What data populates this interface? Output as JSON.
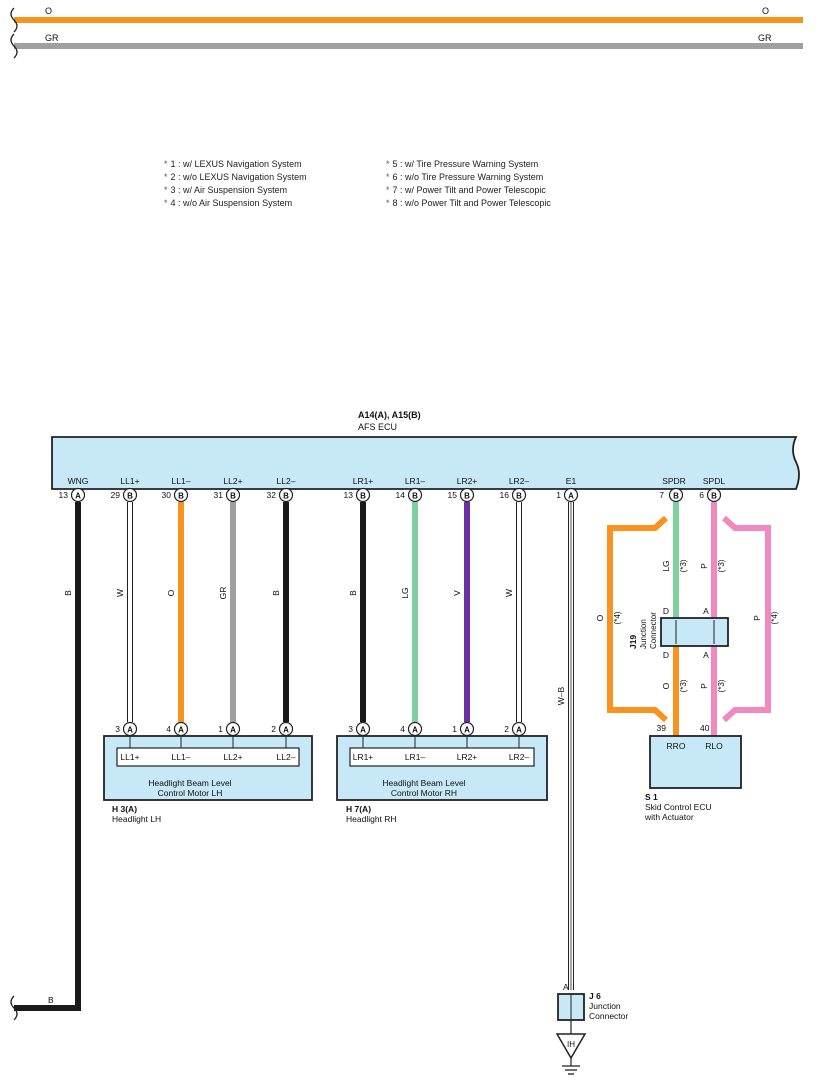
{
  "top_wires": [
    {
      "color_code": "O",
      "color": "#f7931e"
    },
    {
      "color_code": "GR",
      "color": "#a0a0a0"
    }
  ],
  "notes": [
    {
      "mark": "*",
      "text": "1 : w/ LEXUS Navigation System"
    },
    {
      "mark": "*",
      "text": "2 : w/o LEXUS Navigation System"
    },
    {
      "mark": "*",
      "text": "3 : w/ Air Suspension System"
    },
    {
      "mark": "*",
      "text": "4 : w/o Air Suspension System"
    },
    {
      "mark": "*",
      "text": "5 : w/ Tire Pressure Warning System"
    },
    {
      "mark": "*",
      "text": "6 : w/o Tire Pressure Warning System"
    },
    {
      "mark": "*",
      "text": "7 : w/ Power Tilt and Power Telescopic"
    },
    {
      "mark": "*",
      "text": "8 : w/o Power Tilt and Power Telescopic"
    }
  ],
  "ecu": {
    "code": "A14(A), A15(B)",
    "name": "AFS ECU"
  },
  "ecu_pins": [
    {
      "name": "WNG",
      "num": "13",
      "conn": "A",
      "wire": "B",
      "color": "#1a1a1a"
    },
    {
      "name": "LL1+",
      "num": "29",
      "conn": "B",
      "wire": "W",
      "color": "#ffffff"
    },
    {
      "name": "LL1–",
      "num": "30",
      "conn": "B",
      "wire": "O",
      "color": "#f7931e"
    },
    {
      "name": "LL2+",
      "num": "31",
      "conn": "B",
      "wire": "GR",
      "color": "#a0a0a0"
    },
    {
      "name": "LL2–",
      "num": "32",
      "conn": "B",
      "wire": "B",
      "color": "#1a1a1a"
    },
    {
      "name": "LR1+",
      "num": "13",
      "conn": "B",
      "wire": "B",
      "color": "#1a1a1a"
    },
    {
      "name": "LR1–",
      "num": "14",
      "conn": "B",
      "wire": "LG",
      "color": "#7fcf9f"
    },
    {
      "name": "LR2+",
      "num": "15",
      "conn": "B",
      "wire": "V",
      "color": "#6b2fa0"
    },
    {
      "name": "LR2–",
      "num": "16",
      "conn": "B",
      "wire": "W",
      "color": "#ffffff"
    },
    {
      "name": "E1",
      "num": "1",
      "conn": "A",
      "wire": "W–B",
      "color": "#ffffff"
    },
    {
      "name": "SPDR",
      "num": "7",
      "conn": "B",
      "wire": "LG",
      "color": "#7fcf9f"
    },
    {
      "name": "SPDL",
      "num": "6",
      "conn": "B",
      "wire": "P",
      "color": "#f089c0"
    }
  ],
  "headlight_lh": {
    "inner_title": "Headlight Beam Level Control Motor LH",
    "inner_title_1": "Headlight Beam Level",
    "inner_title_2": "Control Motor LH",
    "code": "H 3(A)",
    "name": "Headlight LH",
    "pins": [
      {
        "num": "3",
        "conn": "A",
        "label": "LL1+"
      },
      {
        "num": "4",
        "conn": "A",
        "label": "LL1–"
      },
      {
        "num": "1",
        "conn": "A",
        "label": "LL2+"
      },
      {
        "num": "2",
        "conn": "A",
        "label": "LL2–"
      }
    ]
  },
  "headlight_rh": {
    "inner_title_1": "Headlight Beam Level",
    "inner_title_2": "Control Motor RH",
    "code": "H 7(A)",
    "name": "Headlight RH",
    "pins": [
      {
        "num": "3",
        "conn": "A",
        "label": "LR1+"
      },
      {
        "num": "4",
        "conn": "A",
        "label": "LR1–"
      },
      {
        "num": "1",
        "conn": "A",
        "label": "LR2+"
      },
      {
        "num": "2",
        "conn": "A",
        "label": "LR2–"
      }
    ]
  },
  "junction_j19": {
    "code": "J19",
    "name_1": "Junction",
    "name_2": "Connector",
    "left_top": "D",
    "left_bottom": "D",
    "right_top": "A",
    "right_bottom": "A"
  },
  "skid_ecu": {
    "code": "S 1",
    "name_1": "Skid Control ECU",
    "name_2": "with Actuator",
    "pins": [
      {
        "num": "39",
        "label": "RRO"
      },
      {
        "num": "40",
        "label": "RLO"
      }
    ]
  },
  "wire_labels": {
    "lg_star": "LG",
    "lg_star_note": "(*3)",
    "p_star": "P",
    "p_star_note": "(*3)",
    "o_left": "O",
    "o_left_note": "(*4)",
    "p_right": "P",
    "p_right_note": "(*4)",
    "o_low": "O",
    "o_low_note": "(*3)",
    "p_low": "P",
    "p_low_note": "(*3)",
    "wb": "W–B",
    "b_bottom": "B"
  },
  "junction_j6": {
    "code": "J 6",
    "name_1": "Junction",
    "name_2": "Connector",
    "pin": "A"
  },
  "ground": {
    "label": "IH"
  },
  "colors": {
    "ecu_fill": "#c6e8f7",
    "orange": "#f7931e",
    "gray": "#a0a0a0",
    "black": "#1a1a1a",
    "light_green": "#7fcf9f",
    "violet": "#6b2fa0",
    "pink": "#f089c0"
  }
}
